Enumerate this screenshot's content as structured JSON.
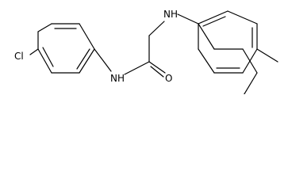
{
  "molecule": {
    "labels": {
      "chlorine": "Cl",
      "amide_nitrogen": "NH",
      "carbonyl_oxygen": "O",
      "amine_nitrogen": "NH"
    },
    "colors": {
      "bond": "#000000",
      "text": "#000000",
      "background": "#ffffff"
    }
  }
}
